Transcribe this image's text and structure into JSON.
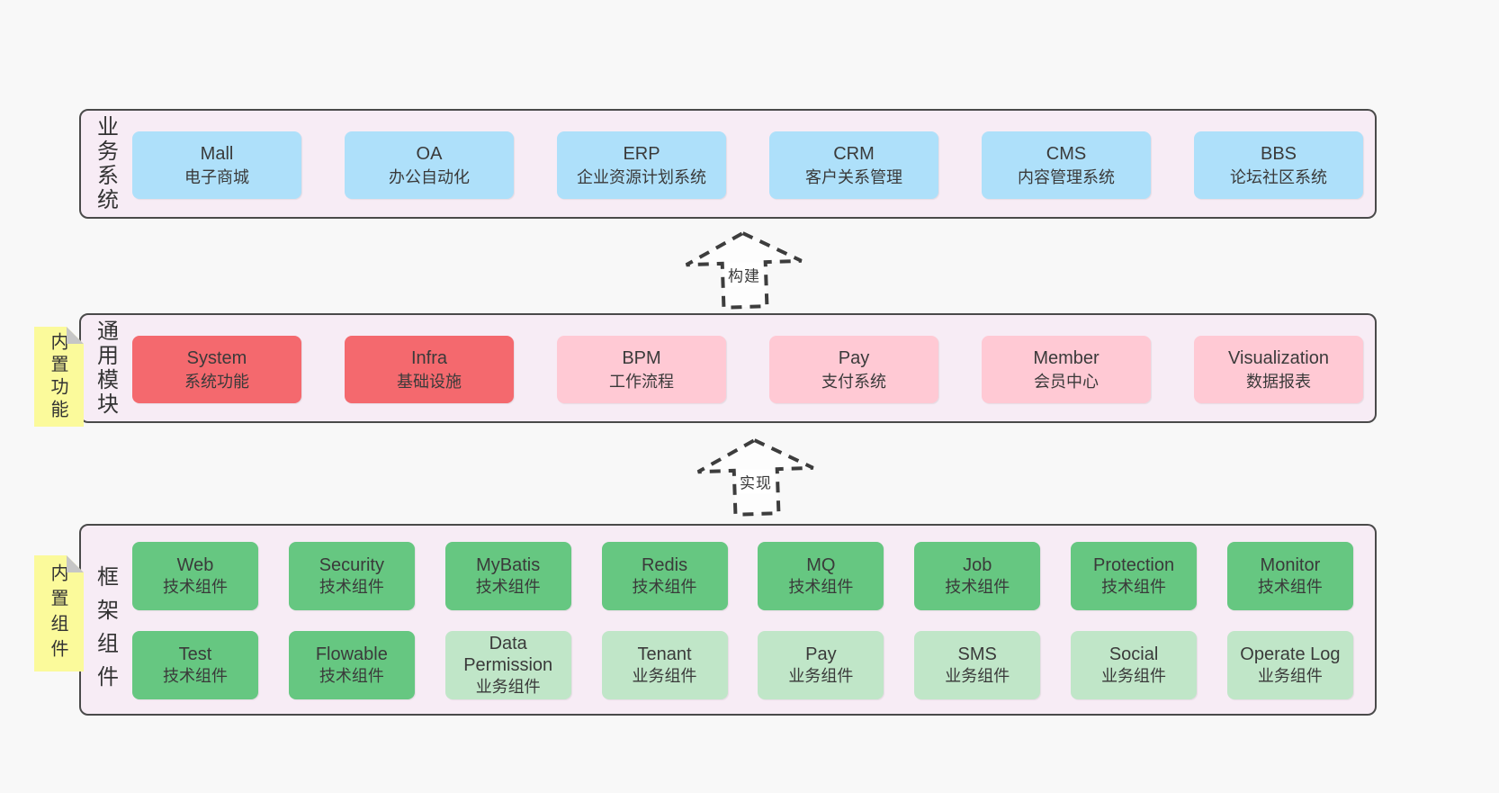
{
  "layers": [
    {
      "id": "business-systems",
      "label": "业务系统",
      "boxes": [
        {
          "name": "Mall",
          "desc": "电子商城"
        },
        {
          "name": "OA",
          "desc": "办公自动化"
        },
        {
          "name": "ERP",
          "desc": "企业资源计划系统"
        },
        {
          "name": "CRM",
          "desc": "客户关系管理"
        },
        {
          "name": "CMS",
          "desc": "内容管理系统"
        },
        {
          "name": "BBS",
          "desc": "论坛社区系统"
        }
      ]
    },
    {
      "id": "common-modules",
      "label": "通用模块",
      "note": "内置功能",
      "boxes": [
        {
          "name": "System",
          "desc": "系统功能"
        },
        {
          "name": "Infra",
          "desc": "基础设施"
        },
        {
          "name": "BPM",
          "desc": "工作流程"
        },
        {
          "name": "Pay",
          "desc": "支付系统"
        },
        {
          "name": "Member",
          "desc": "会员中心"
        },
        {
          "name": "Visualization",
          "desc": "数据报表"
        }
      ]
    },
    {
      "id": "framework-components",
      "label": "框架组件",
      "note": "内置组件",
      "rows": [
        [
          {
            "name": "Web",
            "desc": "技术组件"
          },
          {
            "name": "Security",
            "desc": "技术组件"
          },
          {
            "name": "MyBatis",
            "desc": "技术组件"
          },
          {
            "name": "Redis",
            "desc": "技术组件"
          },
          {
            "name": "MQ",
            "desc": "技术组件"
          },
          {
            "name": "Job",
            "desc": "技术组件"
          },
          {
            "name": "Protection",
            "desc": "技术组件"
          },
          {
            "name": "Monitor",
            "desc": "技术组件"
          }
        ],
        [
          {
            "name": "Test",
            "desc": "技术组件"
          },
          {
            "name": "Flowable",
            "desc": "技术组件"
          },
          {
            "name": "Data Permission",
            "desc": "业务组件"
          },
          {
            "name": "Tenant",
            "desc": "业务组件"
          },
          {
            "name": "Pay",
            "desc": "业务组件"
          },
          {
            "name": "SMS",
            "desc": "业务组件"
          },
          {
            "name": "Social",
            "desc": "业务组件"
          },
          {
            "name": "Operate Log",
            "desc": "业务组件"
          }
        ]
      ]
    }
  ],
  "arrows": [
    {
      "label": "构建"
    },
    {
      "label": "实现"
    }
  ],
  "colors": {
    "page-bg": "#f8f8f8",
    "layer-bg": "#f7ecf5",
    "layer-border": "#4a4a4a",
    "box-blue": "#aee0fa",
    "box-red": "#f4696e",
    "box-pink": "#ffc9d4",
    "box-green": "#66c781",
    "box-light-green": "#c0e6c8",
    "note-yellow": "#fbfa9b",
    "note-fold": "#c6c6c6",
    "text": "#3a3a3a"
  }
}
